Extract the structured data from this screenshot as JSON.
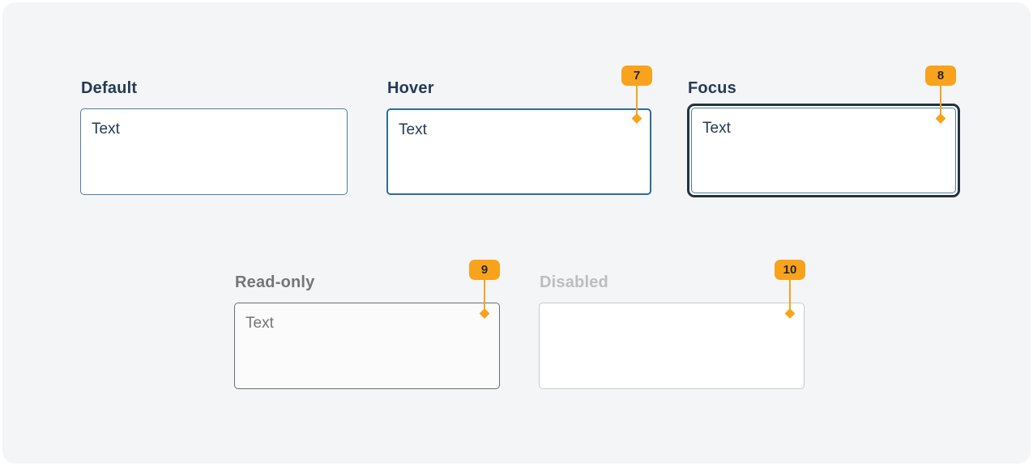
{
  "page": {
    "background_color": "#f3f5f7",
    "component": "textarea-states"
  },
  "colors": {
    "label_navy": "#243b53",
    "border_default": "#4a80aa",
    "border_hover": "#2a6d9e",
    "border_focus_outer": "#243240",
    "readonly_gray": "#757575",
    "readonly_border": "#6d6d6d",
    "disabled_label": "#bdbdbd",
    "disabled_border": "#cacaca",
    "marker_orange": "#f9a21c",
    "marker_number": "#1e2833"
  },
  "cards": [
    {
      "state": "default",
      "label": "Default",
      "value": "Text"
    },
    {
      "state": "hover",
      "label": "Hover",
      "value": "Text",
      "marker": "7"
    },
    {
      "state": "focus",
      "label": "Focus",
      "value": "Text",
      "marker": "8"
    },
    {
      "state": "read-only",
      "label": "Read-only",
      "value": "Text",
      "marker": "9"
    },
    {
      "state": "disabled",
      "label": "Disabled",
      "value": "",
      "marker": "10"
    }
  ]
}
